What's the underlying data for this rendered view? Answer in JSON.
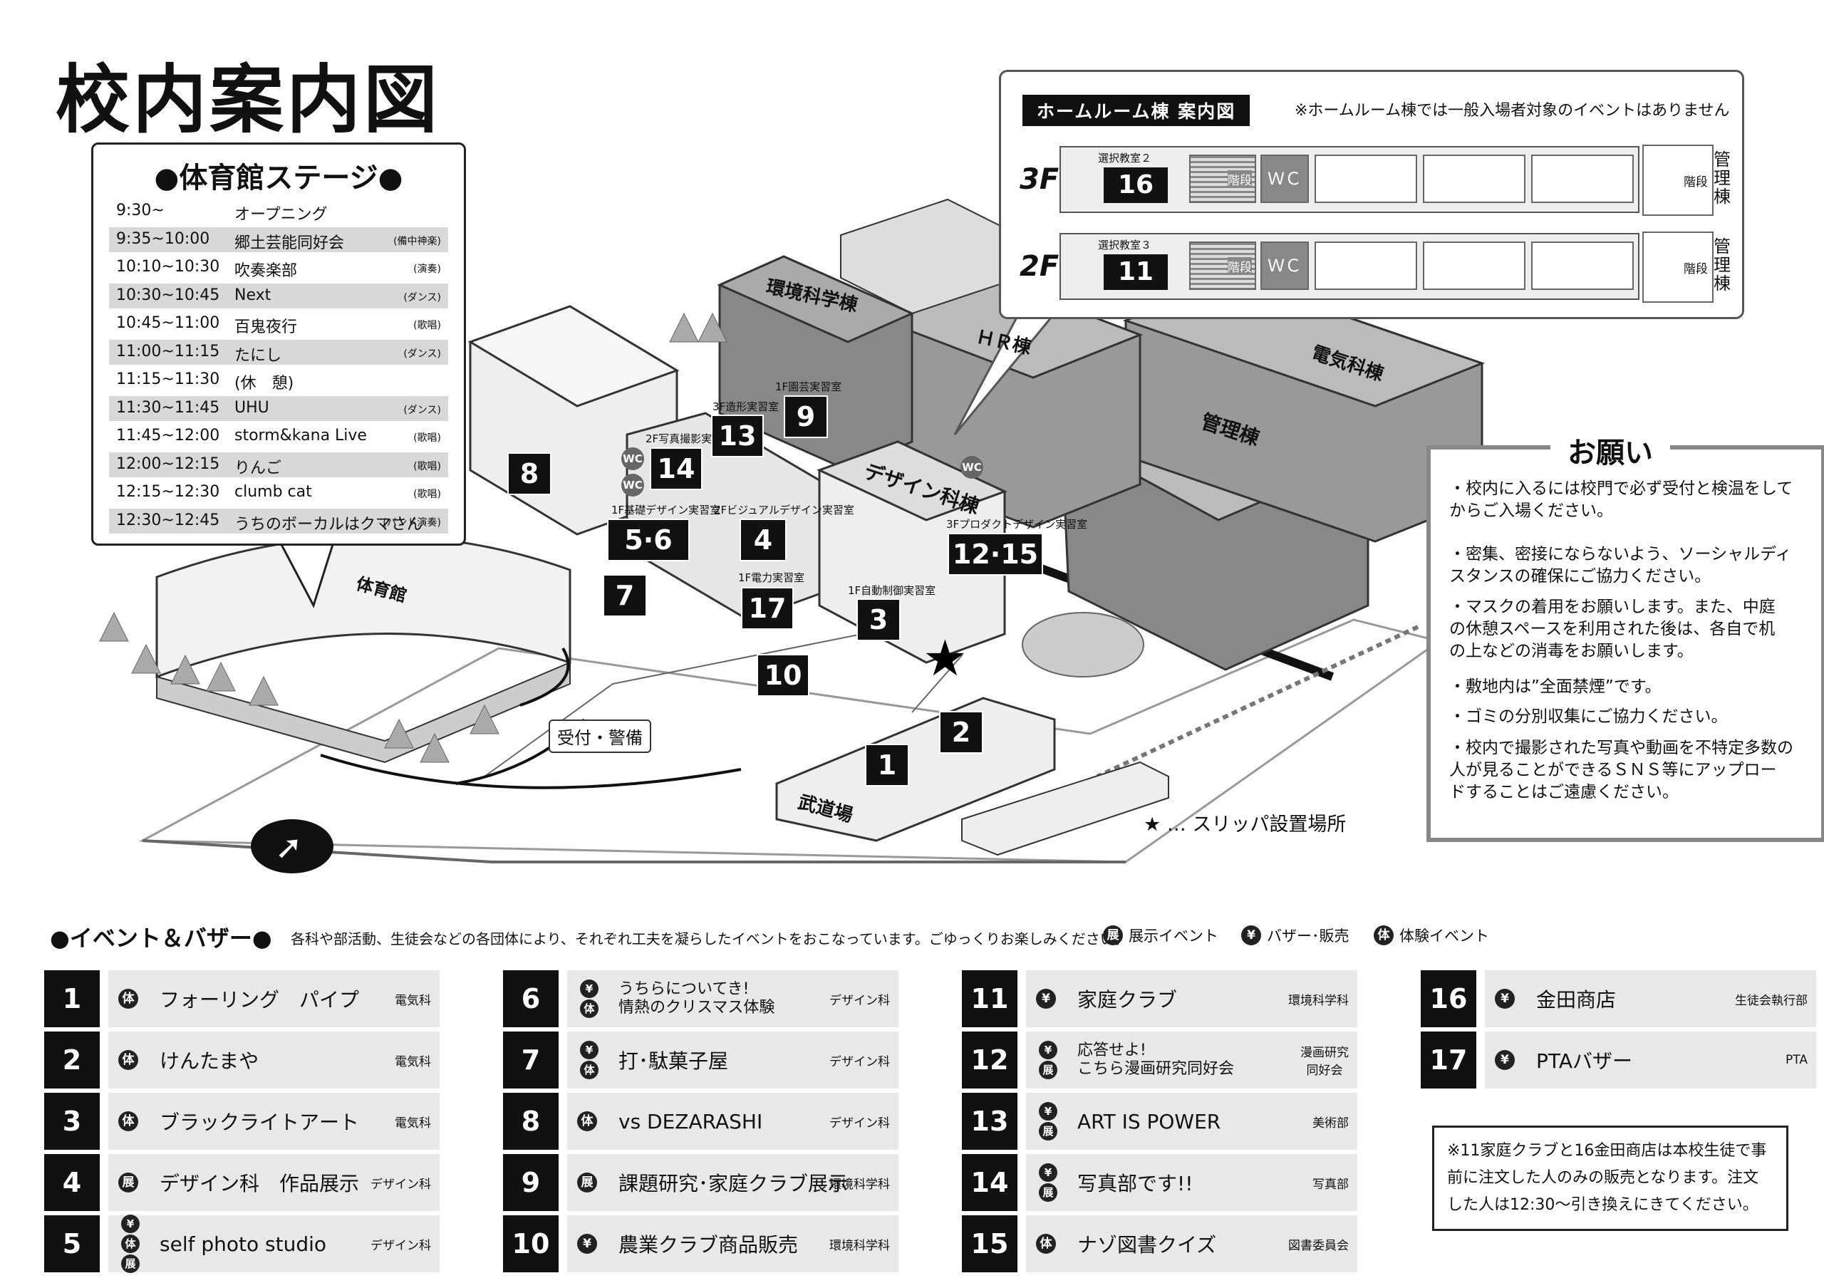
{
  "title": "校内案内図",
  "stage": {
    "title": "●体育館ステージ●",
    "rows": [
      {
        "time": "9:30~",
        "name": "オープニング",
        "genre": ""
      },
      {
        "time": "9:35~10:00",
        "name": "郷土芸能同好会",
        "genre": "(備中神楽)"
      },
      {
        "time": "10:10~10:30",
        "name": "吹奏楽部",
        "genre": "(演奏)"
      },
      {
        "time": "10:30~10:45",
        "name": "Next",
        "genre": "(ダンス)"
      },
      {
        "time": "10:45~11:00",
        "name": "百鬼夜行",
        "genre": "(歌唱)"
      },
      {
        "time": "11:00~11:15",
        "name": "たにし",
        "genre": "(ダンス)"
      },
      {
        "time": "11:15~11:30",
        "name": "(休　憩)",
        "genre": ""
      },
      {
        "time": "11:30~11:45",
        "name": "UHU",
        "genre": "(ダンス)"
      },
      {
        "time": "11:45~12:00",
        "name": "storm&kana Live",
        "genre": "(歌唱)"
      },
      {
        "time": "12:00~12:15",
        "name": "りんご",
        "genre": "(歌唱)"
      },
      {
        "time": "12:15~12:30",
        "name": "clumb cat",
        "genre": "(歌唱)"
      },
      {
        "time": "12:30~12:45",
        "name": "うちのボーカルはクマさん",
        "genre": "(バンド演奏)"
      }
    ]
  },
  "map": {
    "buildings": {
      "kankyo": "環境科学棟",
      "hr": "ＨＲ棟",
      "denki": "電気科棟",
      "kanri": "管理棟",
      "design": "デザイン科棟",
      "gym": "体育館",
      "budo": "武道場"
    },
    "rooms": {
      "engei": "1F園芸実習室",
      "zokei": "3F造形実習室",
      "shashin": "2F写真撮影実習室",
      "kiso": "1F基礎デザイン実習室",
      "visual": "2Fビジュアルデザイン実習室",
      "product": "3Fプロダクトデザイン実習室",
      "denryoku": "1F電力実習室",
      "jido": "1F自動制御実習室"
    },
    "wc": "WC",
    "uketsuke": "受付・警備",
    "markers": [
      "9",
      "13",
      "14",
      "8",
      "5·6",
      "4",
      "12·15",
      "7",
      "17",
      "3",
      "10",
      "2",
      "1"
    ]
  },
  "hr_panel": {
    "title": "ホームルーム棟 案内図",
    "note": "※ホームルーム棟では一般入場者対象のイベントはありません",
    "floor3": {
      "label": "3F",
      "room_label": "選択教室２",
      "room_num": "16"
    },
    "floor2": {
      "label": "2F",
      "room_label": "選択教室３",
      "room_num": "11"
    },
    "stairs": "階段",
    "wc": "ＷＣ",
    "kanri": "管理棟"
  },
  "onegai": {
    "title": "お願い",
    "items": [
      "・校内に入るには校門で必ず受付と検温をして　からご入場ください。",
      "・密集、密接にならないよう、ソーシャルディ　スタンスの確保にご協力ください。",
      "・マスクの着用をお願いします。また、中庭　の休憩スペースを利用された後は、各自で机　の上などの消毒をお願いします。",
      "・敷地内は”全面禁煙”です。",
      "・ゴミの分別収集にご協力ください。",
      "・校内で撮影された写真や動画を不特定多数の　人が見ることができるＳＮＳ等にアップロー　ドすることはご遠慮ください。"
    ]
  },
  "slipper": "★ … スリッパ設置場所",
  "events": {
    "heading": "●イベント＆バザー●",
    "desc": "各科や部活動、生徒会などの各団体により、それぞれ工夫を凝らしたイベントをおこなっています。ごゆっくりお楽しみください。",
    "legend": [
      {
        "icon": "展",
        "label": "展示イベント"
      },
      {
        "icon": "¥",
        "label": "バザー･販売"
      },
      {
        "icon": "体",
        "label": "体験イベント"
      }
    ],
    "items": [
      {
        "num": "1",
        "icons": [
          "体"
        ],
        "name": "フォーリング　パイプ",
        "org": "電気科"
      },
      {
        "num": "2",
        "icons": [
          "体"
        ],
        "name": "けんたまや",
        "org": "電気科"
      },
      {
        "num": "3",
        "icons": [
          "体"
        ],
        "name": "ブラックライトアート",
        "org": "電気科"
      },
      {
        "num": "4",
        "icons": [
          "展"
        ],
        "name": "デザイン科　作品展示",
        "org": "デザイン科"
      },
      {
        "num": "5",
        "icons": [
          "¥",
          "体",
          "展"
        ],
        "name": "self photo studio",
        "org": "デザイン科"
      },
      {
        "num": "6",
        "icons": [
          "¥",
          "体"
        ],
        "name": "うちらについてき!\n情熱のクリスマス体験",
        "org": "デザイン科"
      },
      {
        "num": "7",
        "icons": [
          "¥",
          "体"
        ],
        "name": "打･駄菓子屋",
        "org": "デザイン科"
      },
      {
        "num": "8",
        "icons": [
          "体"
        ],
        "name": "vs DEZARASHI",
        "org": "デザイン科"
      },
      {
        "num": "9",
        "icons": [
          "展"
        ],
        "name": "課題研究･家庭クラブ展示",
        "org": "環境科学科"
      },
      {
        "num": "10",
        "icons": [
          "¥"
        ],
        "name": "農業クラブ商品販売",
        "org": "環境科学科"
      },
      {
        "num": "11",
        "icons": [
          "¥"
        ],
        "name": "家庭クラブ",
        "org": "環境科学科"
      },
      {
        "num": "12",
        "icons": [
          "¥",
          "展"
        ],
        "name": "応答せよ!\nこちら漫画研究同好会",
        "org": "漫画研究\n同好会"
      },
      {
        "num": "13",
        "icons": [
          "¥",
          "展"
        ],
        "name": "ART IS POWER",
        "org": "美術部"
      },
      {
        "num": "14",
        "icons": [
          "¥",
          "展"
        ],
        "name": "写真部です!!",
        "org": "写真部"
      },
      {
        "num": "15",
        "icons": [
          "体"
        ],
        "name": "ナゾ図書クイズ",
        "org": "図書委員会"
      },
      {
        "num": "16",
        "icons": [
          "¥"
        ],
        "name": "金田商店",
        "org": "生徒会執行部"
      },
      {
        "num": "17",
        "icons": [
          "¥"
        ],
        "name": "PTAバザー",
        "org": "PTA"
      }
    ],
    "note": "※11家庭クラブと16金田商店は本校生徒で事前に注文した人のみの販売となります。注文した人は12:30～引き換えにきてください。"
  }
}
